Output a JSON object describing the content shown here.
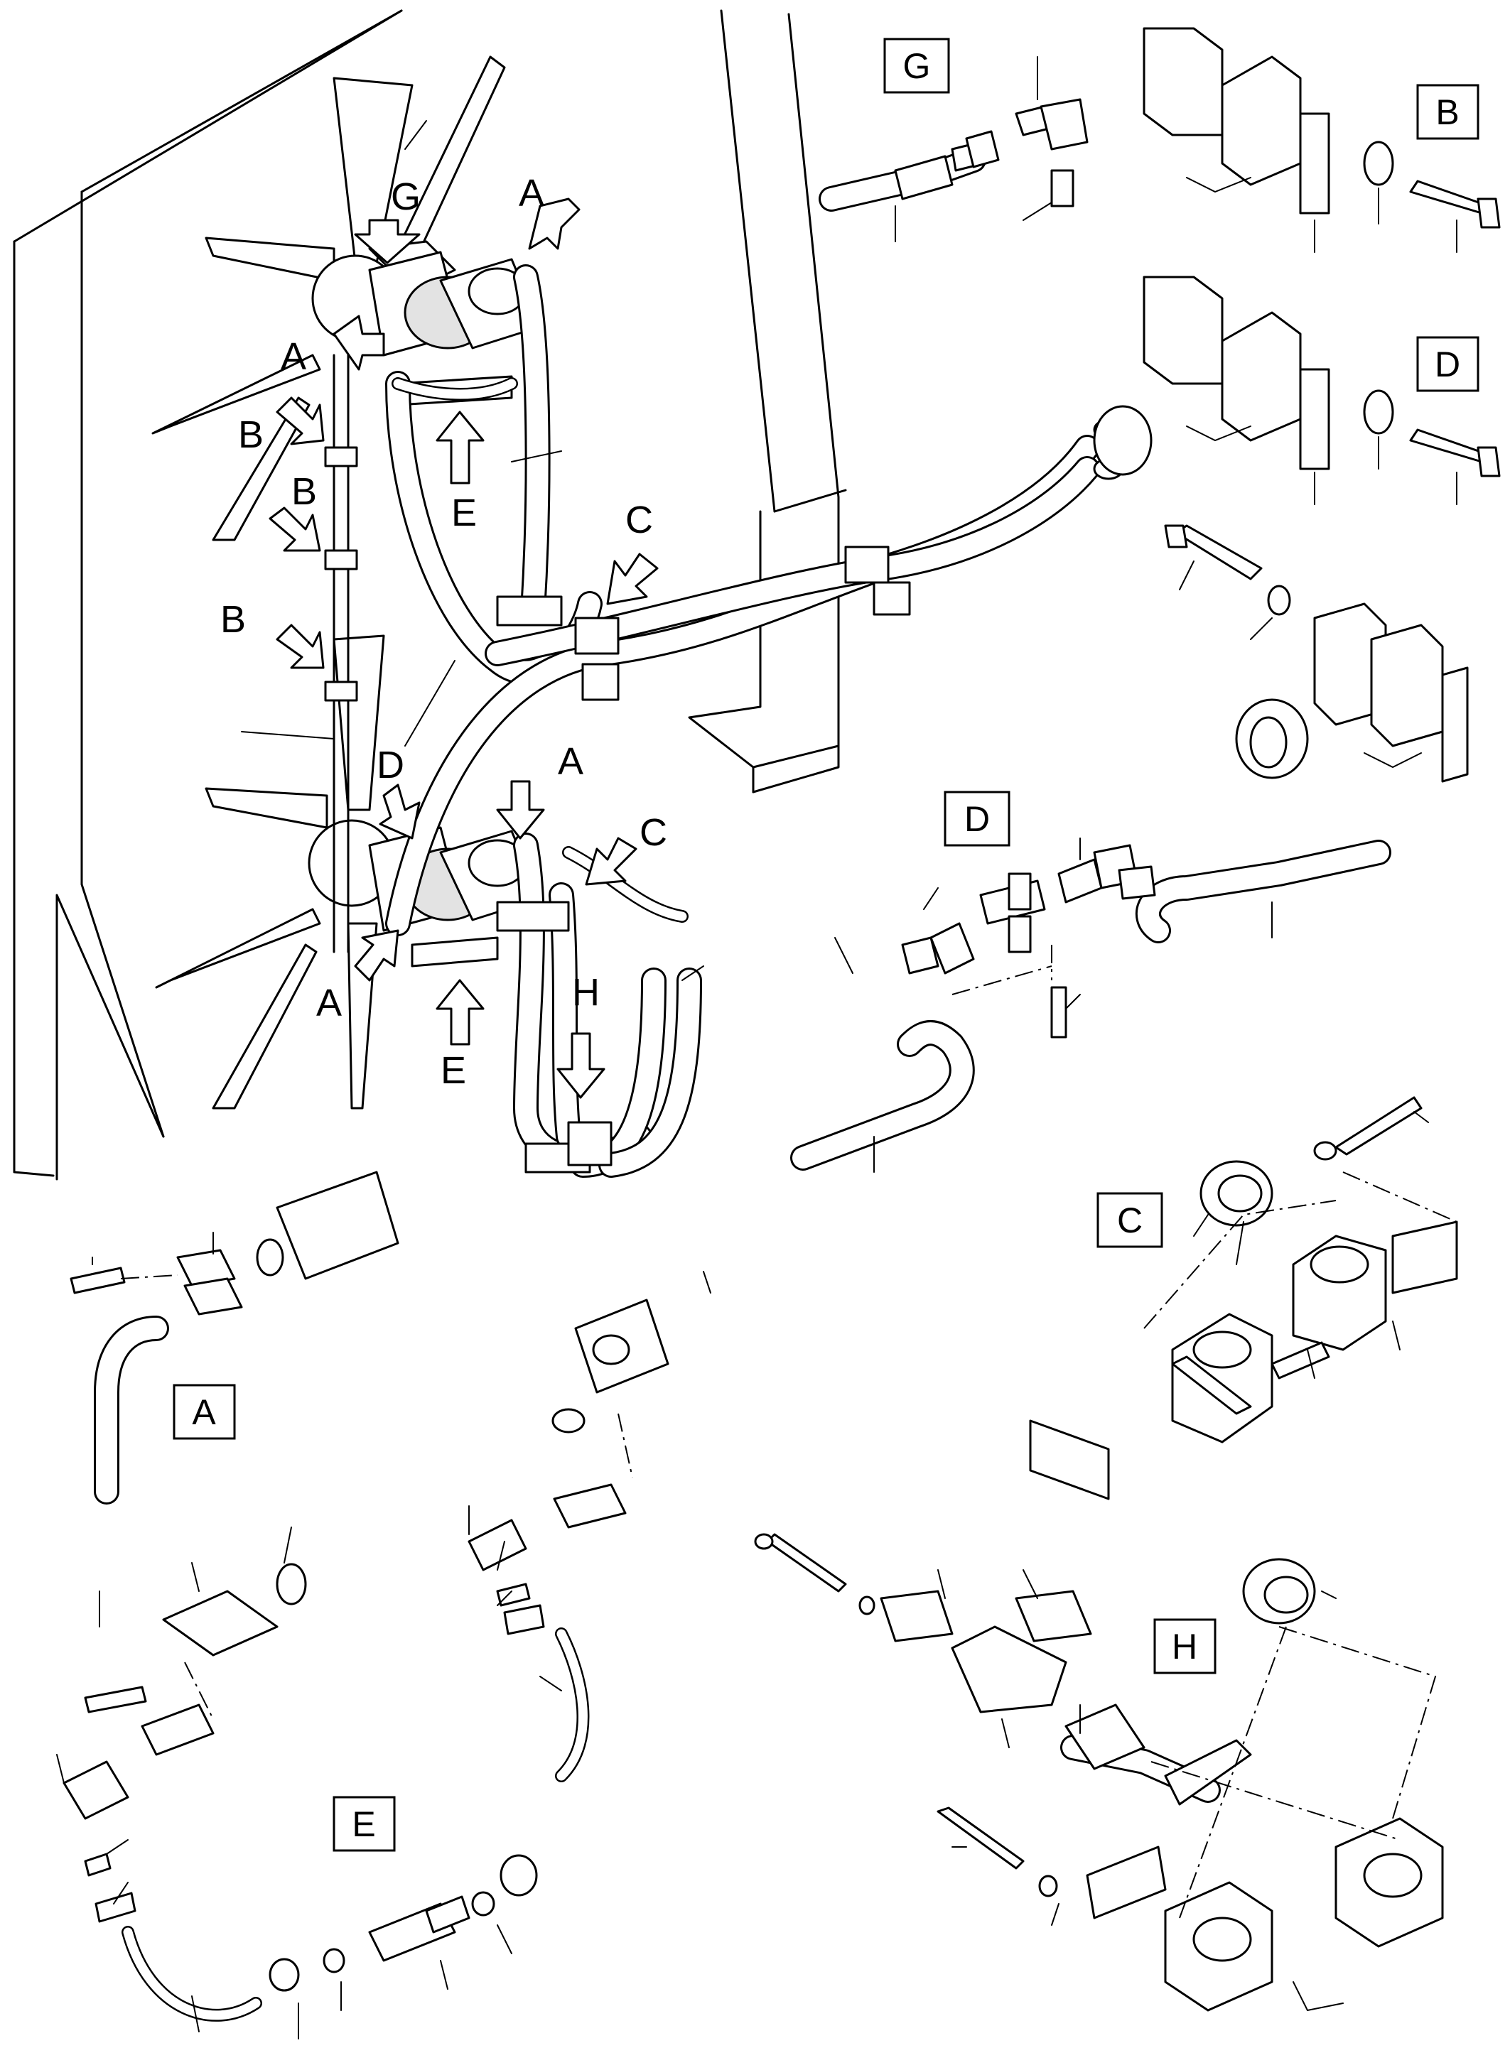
{
  "callouts": {
    "G": "G",
    "A": "A",
    "B": "B",
    "C": "C",
    "D": "D",
    "E": "E",
    "H": "H"
  },
  "detail_boxes": {
    "G": "G",
    "B": "B",
    "D_clamp": "D",
    "D_fittings": "D",
    "C": "C",
    "A": "A",
    "E": "E",
    "H": "H"
  }
}
